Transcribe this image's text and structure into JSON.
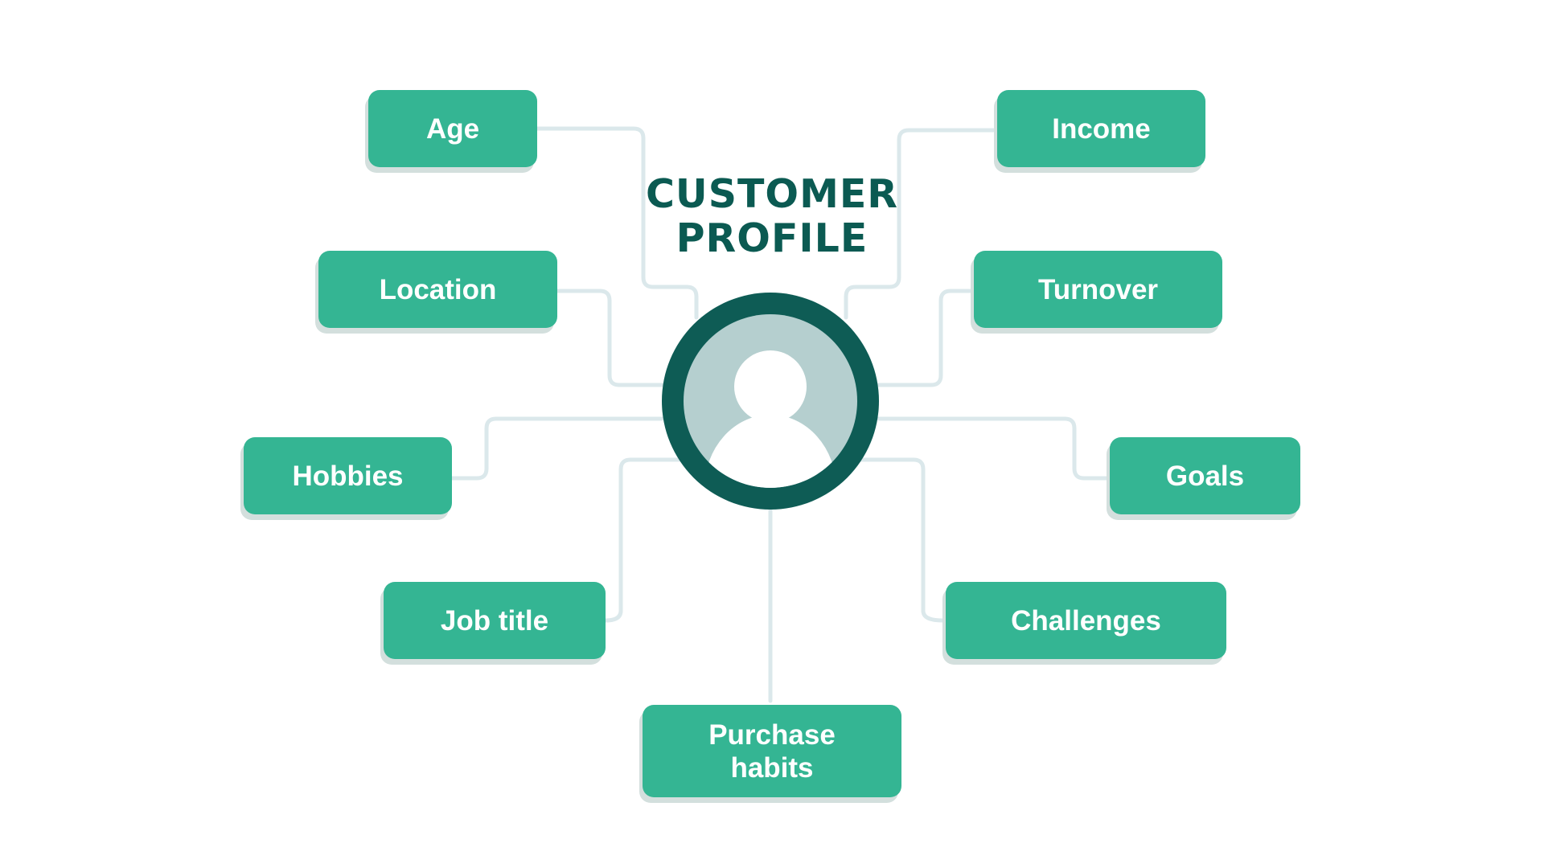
{
  "diagram": {
    "title_line1": "CUSTOMER",
    "title_line2": "PROFILE",
    "center_icon": "user-avatar-icon",
    "nodes": {
      "age": "Age",
      "location": "Location",
      "hobbies": "Hobbies",
      "job_title": "Job title",
      "purchase_habits_line1": "Purchase",
      "purchase_habits_line2": "habits",
      "income": "Income",
      "turnover": "Turnover",
      "goals": "Goals",
      "challenges": "Challenges"
    }
  },
  "colors": {
    "node_fill": "#34b593",
    "node_text": "#ffffff",
    "title": "#0b5a52",
    "ring": "#0e5c55",
    "avatar_bg": "#b5cfcf",
    "connector": "#dbe8eb",
    "shadow": "#d3dfdd"
  }
}
